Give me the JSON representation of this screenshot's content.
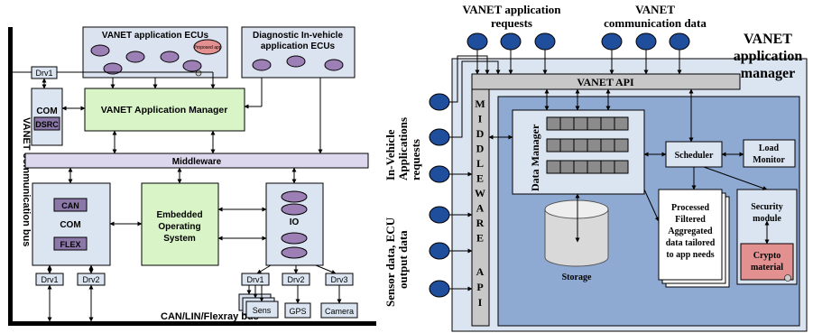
{
  "left": {
    "ecu_group_title": "VANET application ECUs",
    "proposed_app": "Proposed app",
    "diag_title_line1": "Diagnostic In-vehicle",
    "diag_title_line2": "application ECUs",
    "drv1_top": "Drv1",
    "com": "COM",
    "dsrc": "DSRC",
    "app_manager": "VANET Application Manager",
    "middleware": "Middleware",
    "com_bottom": "COM",
    "can": "CAN",
    "flex": "FLEX",
    "eos_line1": "Embedded",
    "eos_line2": "Operating",
    "eos_line3": "System",
    "io": "IO",
    "drv_bottom_1": "Drv1",
    "drv_bottom_2": "Drv2",
    "drv_io_1": "Drv1",
    "drv_io_2": "Drv2",
    "drv_io_3": "Drv3",
    "sens": "Sens",
    "gps": "GPS",
    "camera": "Camera",
    "vanet_bus": "VANET communication bus",
    "can_bus": "CAN/LIN/Flexray bus"
  },
  "right": {
    "requests_line1": "VANET application",
    "requests_line2": "requests",
    "comm_line1": "VANET",
    "comm_line2": "communication data",
    "title_line1": "VANET",
    "title_line2": "application",
    "title_line3": "manager",
    "api": "VANET API",
    "middleware_letters": [
      "M",
      "I",
      "D",
      "D",
      "L",
      "E",
      "W",
      "A",
      "R",
      "E"
    ],
    "api_letters": [
      "A",
      "P",
      "I"
    ],
    "invehicle_line1": "In-Vehicle",
    "invehicle_line2": "Applications",
    "invehicle_line3": "requests",
    "sensor_line1": "Sensor data, ECU",
    "sensor_line2": "output data",
    "data_manager": "Data Manager",
    "storage": "Storage",
    "scheduler": "Scheduler",
    "load_line1": "Load",
    "load_line2": "Monitor",
    "processed": [
      "Processed",
      "Filtered",
      "Aggregated",
      "data tailored",
      "to app needs"
    ],
    "security_line1": "Security",
    "security_line2": "module",
    "crypto_line1": "Crypto",
    "crypto_line2": "material"
  },
  "colors": {
    "ecu_panel": "#dce3f0",
    "oval_purple": "#9b7fb5",
    "green": "#d9f5c8",
    "middleware": "#dcd7ec",
    "com_panel": "#dbe5f1",
    "can_flex": "#8c78a8",
    "api_gray": "#c8c8c8",
    "blue_panel": "#8ea9d2",
    "blue_circle": "#1f4e9c",
    "crypto": "#e39090"
  }
}
